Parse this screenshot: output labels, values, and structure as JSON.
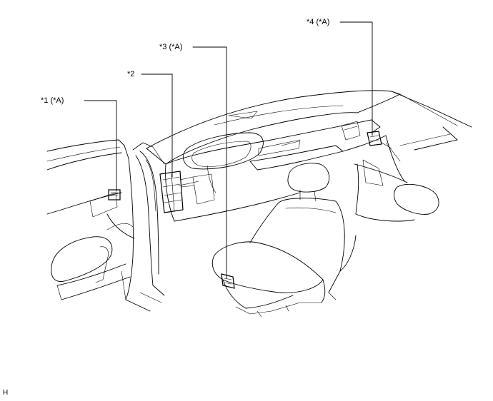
{
  "callouts": {
    "c1": "*1 (*A)",
    "c2": "*2",
    "c3": "*3 (*A)",
    "c4": "*4 (*A)"
  },
  "footer": {
    "mark": "H"
  }
}
